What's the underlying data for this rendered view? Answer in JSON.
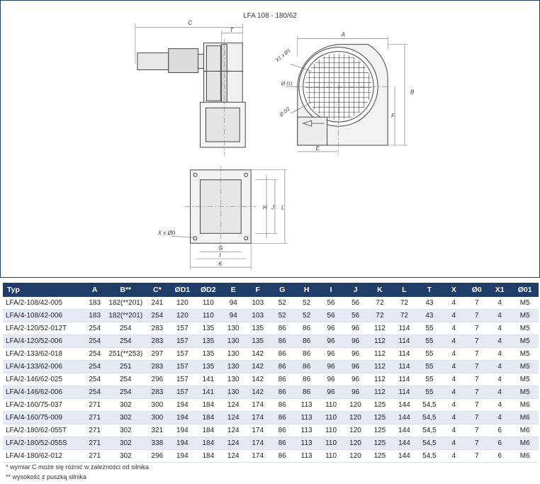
{
  "drawing": {
    "title": "LFA 108 - 180/62",
    "dim_labels": {
      "c": "C",
      "t": "T",
      "a": "A",
      "b": "B",
      "f": "F",
      "e": "E",
      "x1d1": "X1 x Ø1",
      "d1": "Ø D1",
      "d2": "Ø D2",
      "h": "H",
      "j": "J",
      "l": "L",
      "g": "G",
      "i": "I",
      "k": "K",
      "x0": "X x Ø0"
    }
  },
  "table": {
    "headers": [
      "Typ",
      "A",
      "B**",
      "C*",
      "ØD1",
      "ØD2",
      "E",
      "F",
      "G",
      "H",
      "I",
      "J",
      "K",
      "L",
      "T",
      "X",
      "Ø0",
      "X1",
      "Ø01"
    ],
    "rows": [
      [
        "LFA/2-108/42-005",
        "183",
        "182(**201)",
        "241",
        "120",
        "110",
        "94",
        "103",
        "52",
        "52",
        "56",
        "56",
        "72",
        "72",
        "43",
        "4",
        "7",
        "4",
        "M5"
      ],
      [
        "LFA/4-108/42-006",
        "183",
        "182(**201)",
        "254",
        "120",
        "110",
        "94",
        "103",
        "52",
        "52",
        "56",
        "56",
        "72",
        "72",
        "43",
        "4",
        "7",
        "4",
        "M5"
      ],
      [
        "LFA/2-120/52-012T",
        "254",
        "254",
        "283",
        "157",
        "135",
        "130",
        "135",
        "86",
        "86",
        "96",
        "96",
        "112",
        "114",
        "55",
        "4",
        "7",
        "4",
        "M5"
      ],
      [
        "LFA/4-120/52-006",
        "254",
        "254",
        "283",
        "157",
        "135",
        "130",
        "135",
        "86",
        "86",
        "96",
        "96",
        "112",
        "114",
        "55",
        "4",
        "7",
        "4",
        "M5"
      ],
      [
        "LFA/2-133/62-018",
        "254",
        "251(**253)",
        "297",
        "157",
        "135",
        "130",
        "142",
        "86",
        "86",
        "96",
        "96",
        "112",
        "114",
        "55",
        "4",
        "7",
        "4",
        "M5"
      ],
      [
        "LFA/4-133/62-006",
        "254",
        "251",
        "283",
        "157",
        "135",
        "130",
        "142",
        "86",
        "86",
        "96",
        "96",
        "112",
        "114",
        "55",
        "4",
        "7",
        "4",
        "M5"
      ],
      [
        "LFA/2-146/62-025",
        "254",
        "254",
        "296",
        "157",
        "141",
        "130",
        "142",
        "86",
        "86",
        "96",
        "96",
        "112",
        "114",
        "55",
        "4",
        "7",
        "4",
        "M5"
      ],
      [
        "LFA/4-146/62-006",
        "254",
        "254",
        "283",
        "157",
        "141",
        "130",
        "142",
        "86",
        "86",
        "96",
        "96",
        "112",
        "114",
        "55",
        "4",
        "7",
        "4",
        "M5"
      ],
      [
        "LFA/2-160/75-037",
        "271",
        "302",
        "300",
        "194",
        "184",
        "124",
        "174",
        "86",
        "113",
        "110",
        "120",
        "125",
        "144",
        "54,5",
        "4",
        "7",
        "4",
        "M6"
      ],
      [
        "LFA/4-160/75-009",
        "271",
        "302",
        "300",
        "194",
        "184",
        "124",
        "174",
        "86",
        "113",
        "110",
        "120",
        "125",
        "144",
        "54,5",
        "4",
        "7",
        "4",
        "M6"
      ],
      [
        "LFA/2-180/62-055T",
        "271",
        "302",
        "321",
        "194",
        "184",
        "124",
        "174",
        "86",
        "113",
        "110",
        "120",
        "125",
        "144",
        "54,5",
        "4",
        "7",
        "6",
        "M6"
      ],
      [
        "LFA/2-180/52-055S",
        "271",
        "302",
        "338",
        "194",
        "184",
        "124",
        "174",
        "86",
        "113",
        "110",
        "120",
        "125",
        "144",
        "54,5",
        "4",
        "7",
        "6",
        "M6"
      ],
      [
        "LFA/4-180/62-012",
        "271",
        "302",
        "296",
        "194",
        "184",
        "124",
        "174",
        "86",
        "113",
        "110",
        "120",
        "125",
        "144",
        "54,5",
        "4",
        "7",
        "6",
        "M6"
      ]
    ]
  },
  "notes": {
    "note1": "*  wymiar C może się różnić w zależności od silnika",
    "note2": "** wysokość z puszką silnika"
  },
  "colors": {
    "header_bg": "#1f3d66",
    "alt_row": "#e6ebf3",
    "border": "#1e3f66"
  }
}
